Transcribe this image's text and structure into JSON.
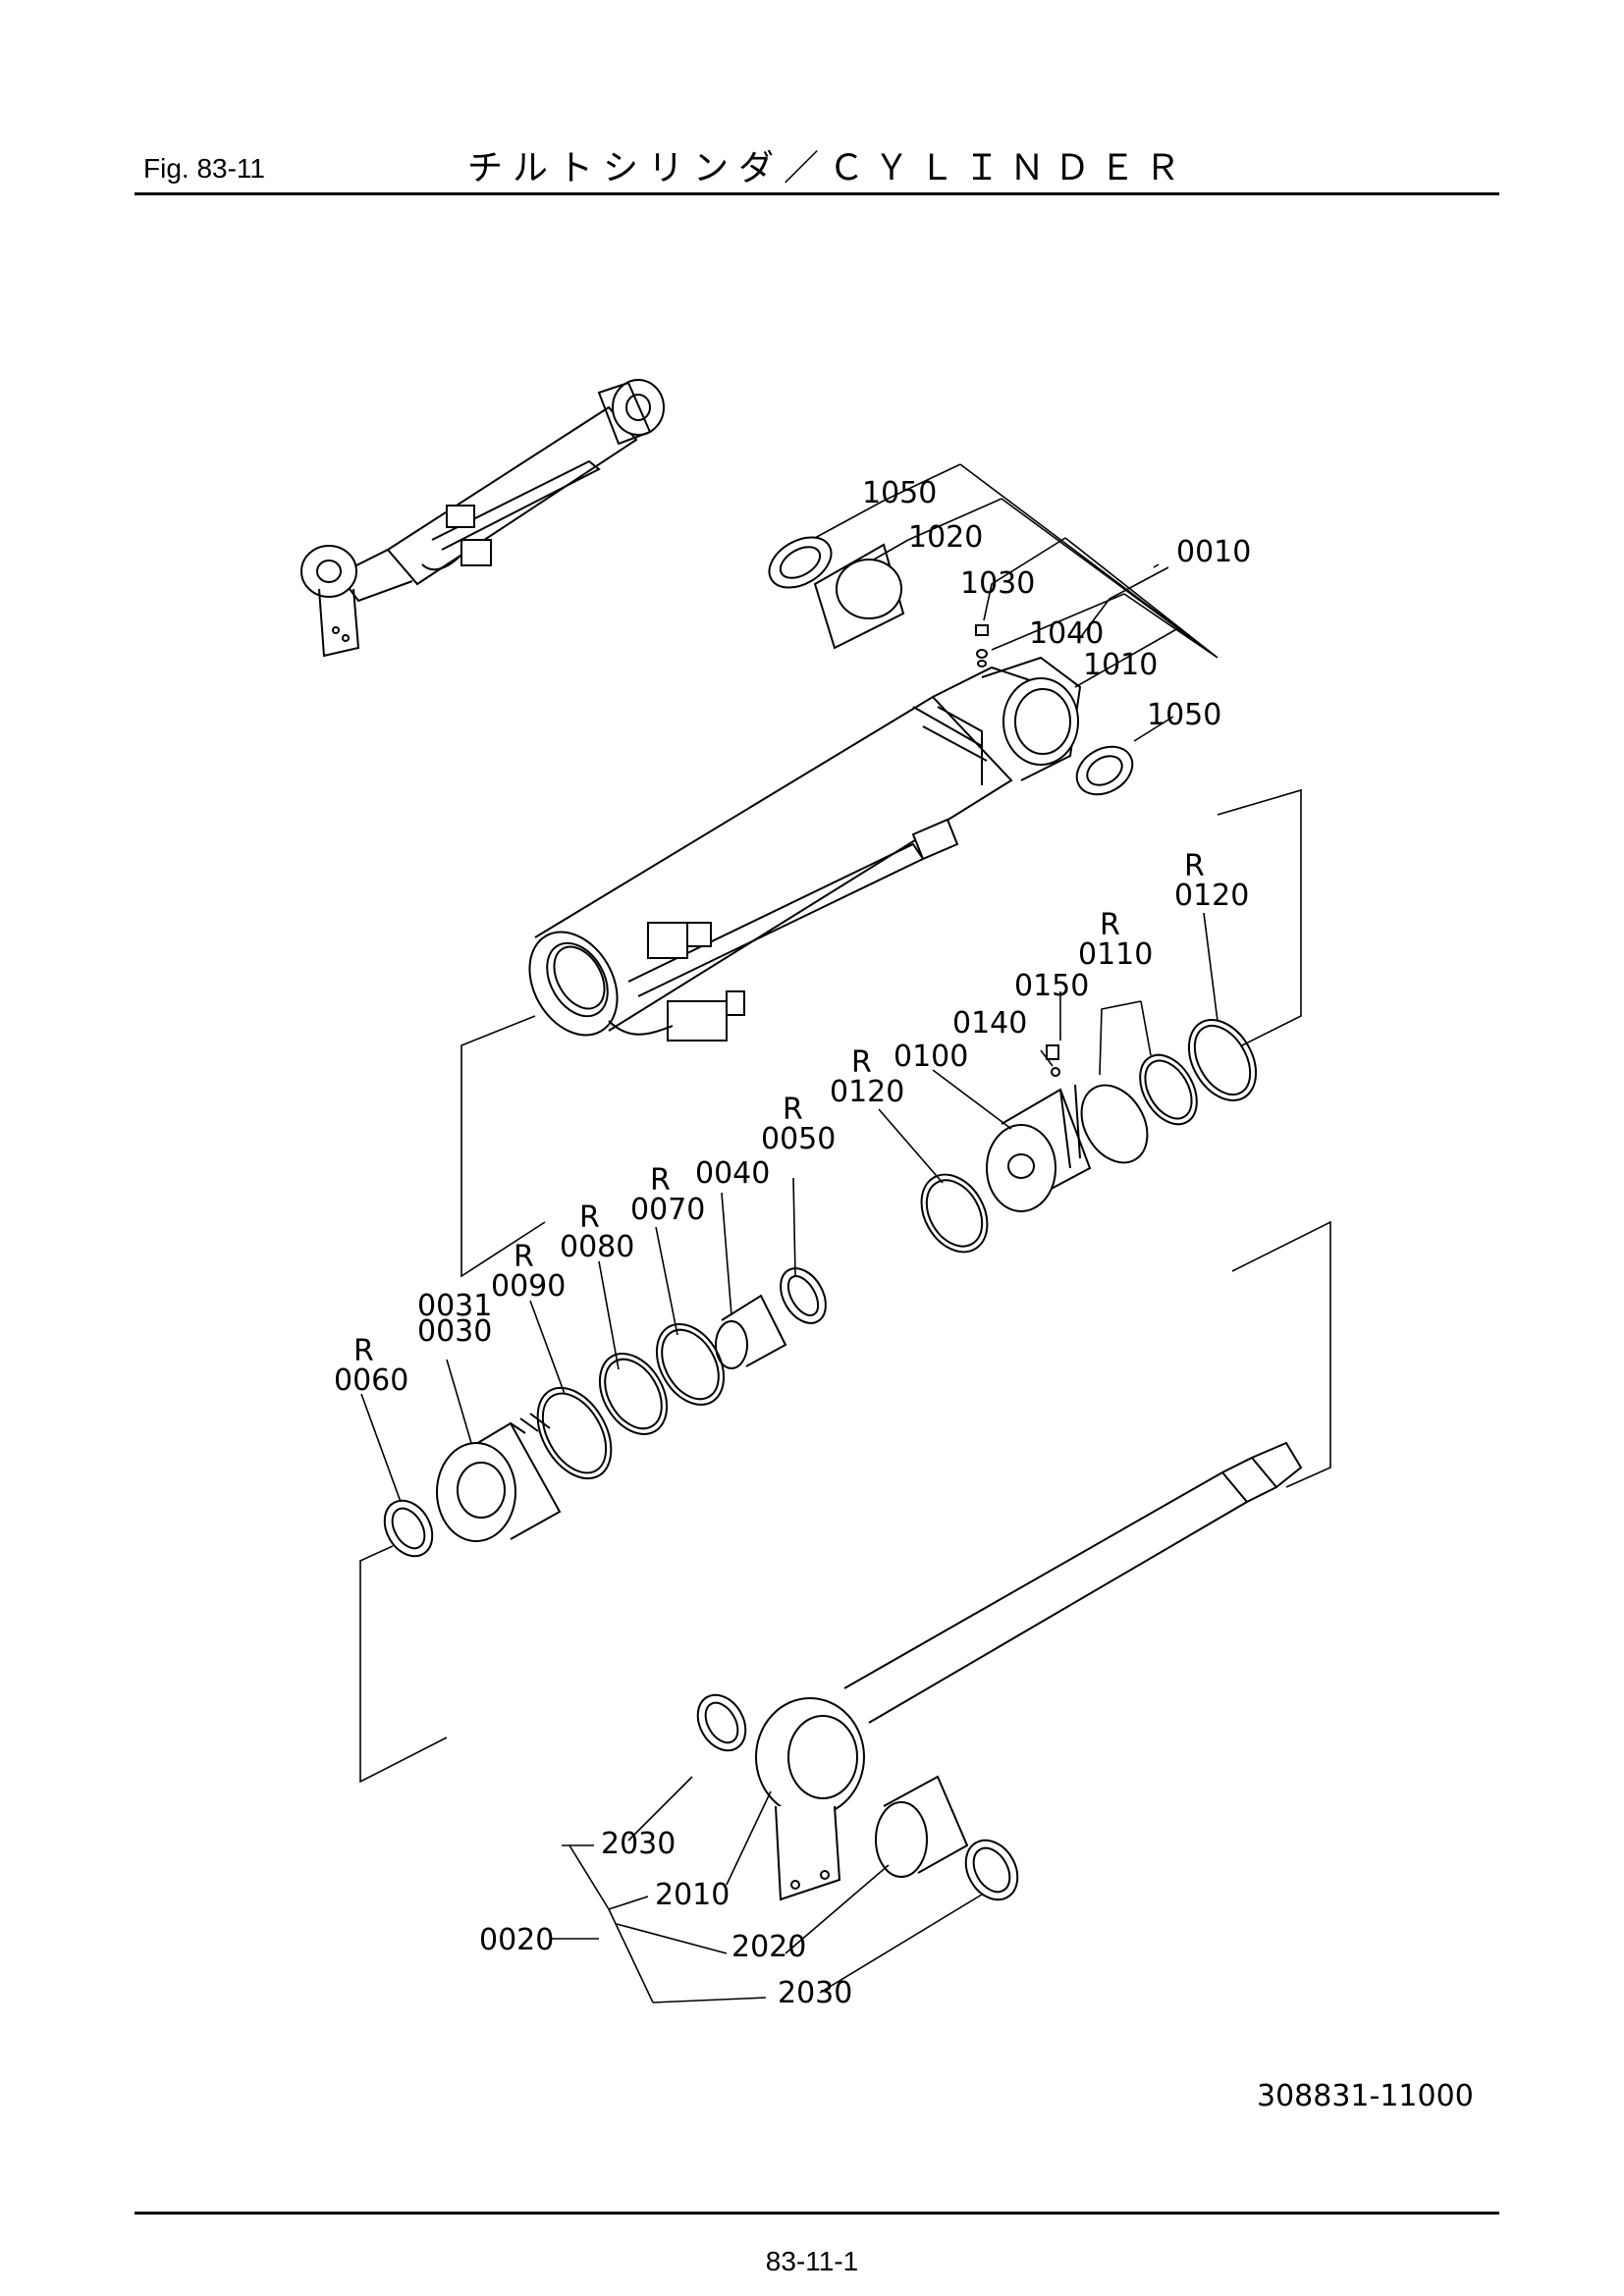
{
  "header": {
    "fig_label": "Fig.  83-11",
    "title": "チルトシリンダ／ＣＹＬＩＮＤＥＲ"
  },
  "drawing_number": "308831-11000",
  "page_number": "83-11-1",
  "part_labels": {
    "p1050a": "1050",
    "p1020": "1020",
    "p0010": "0010",
    "p1030": "1030",
    "p1040": "1040",
    "p1010": "1010",
    "p1050b": "1050",
    "p0120a": "0120",
    "p0110": "0110",
    "p0150": "0150",
    "p0140": "0140",
    "p0100": "0100",
    "p0120b": "0120",
    "p0050": "0050",
    "p0040": "0040",
    "p0070": "0070",
    "p0080": "0080",
    "p0090": "0090",
    "p0031": "0031",
    "p0030": "0030",
    "p0060": "0060",
    "p2030a": "2030",
    "p2010": "2010",
    "p0020": "0020",
    "p2020": "2020",
    "p2030b": "2030"
  },
  "replacement_marker": "R"
}
